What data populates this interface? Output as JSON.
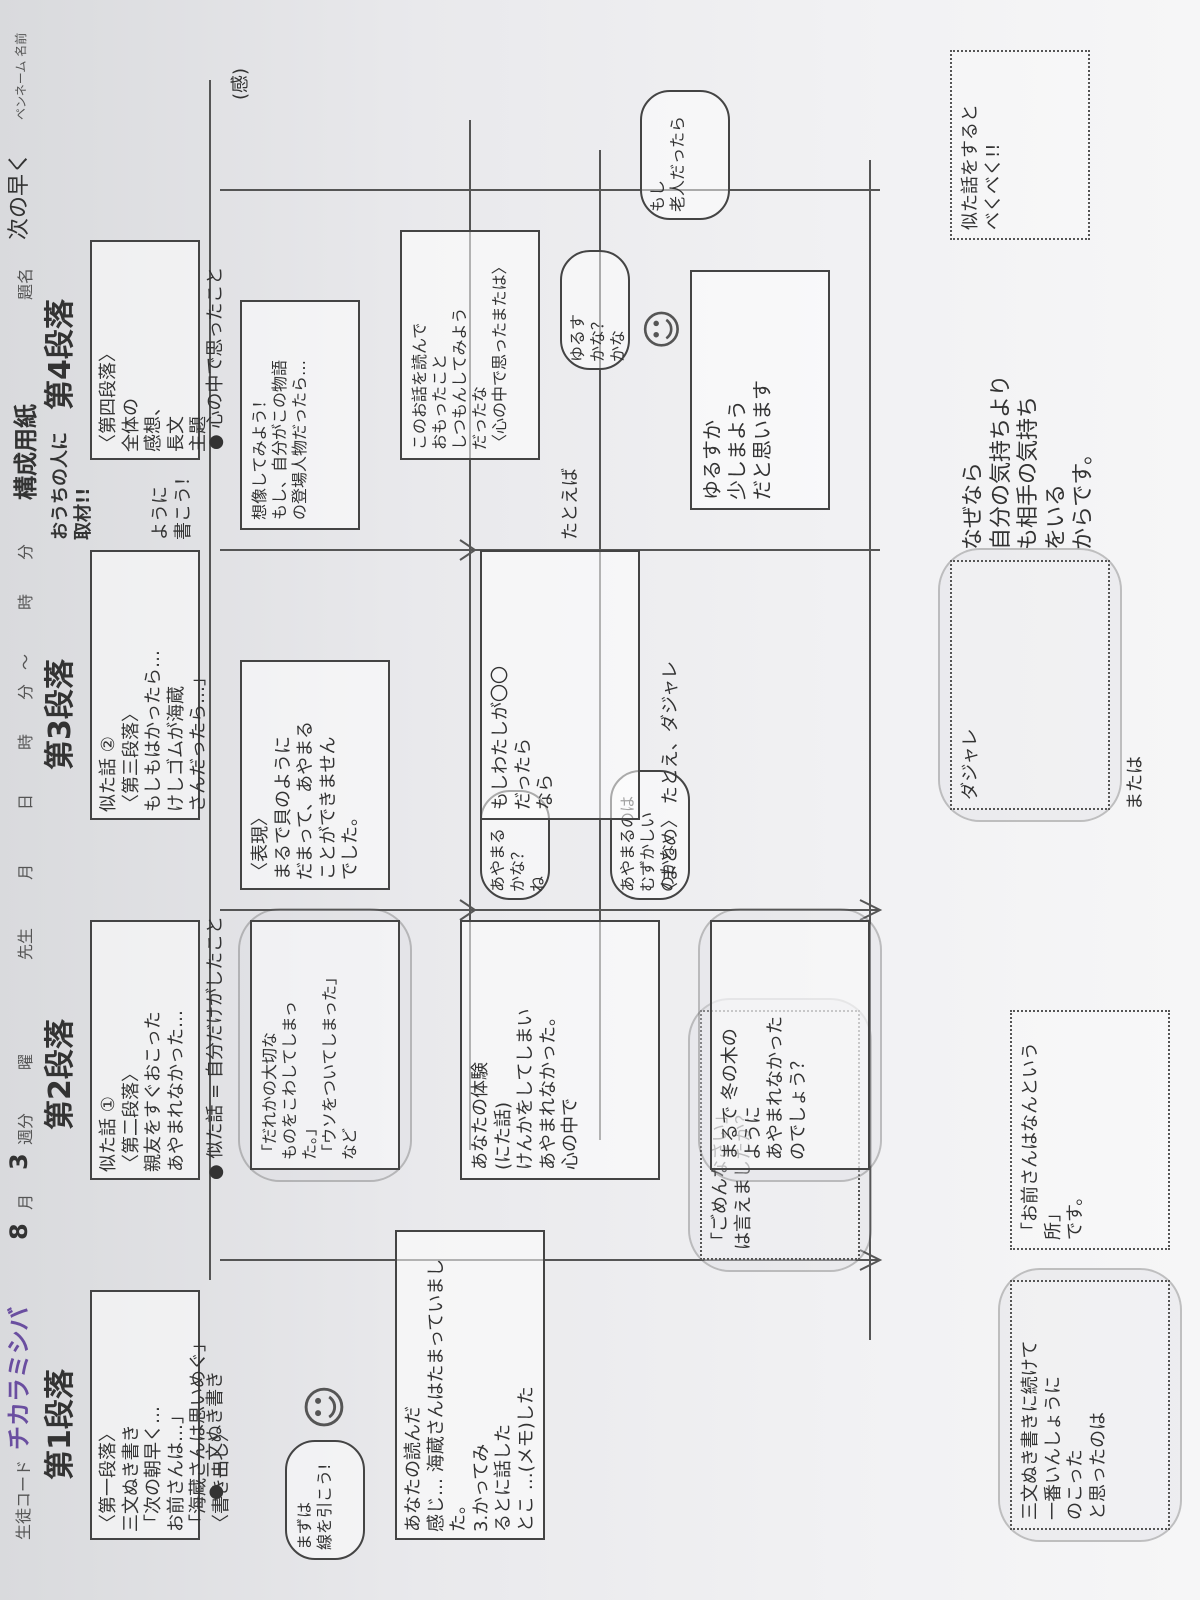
{
  "header": {
    "code_label": "生徒コード",
    "code_value": "チカラミシバ",
    "month_value": "8",
    "month_label": "月",
    "week_value": "3",
    "week_label": "週分",
    "dow_label": "曜",
    "teacher_label": "先生",
    "date_month_label": "月",
    "date_day_label": "日",
    "time_hour_label": "時",
    "time_min_label": "分",
    "time_range": "〜",
    "time_hour2_label": "時",
    "time_min2_label": "分",
    "form_title": "構成用紙",
    "theme_label": "題名",
    "theme_value": "次の早く",
    "name_label": "ペンネーム 名前"
  },
  "section1": {
    "title": "第1段落",
    "box": "〈第一段落〉\n三文ぬき書き\n「次の朝早く…\nお前さんは…」\n「海蔵さんは思いめぐ」\n〈書き出し〉",
    "note": "● 三文ぬき書き",
    "mascot_bubble": "まずは\n線を引こう!",
    "row2_box": "あなたの読んだ\n感じ… 海蔵さんはたまっていました。\n3.かってみ\nるとに話した\nとこ …(メモ)した",
    "cloud1": "「ごめんなさい」\nは言えましたか？",
    "bottom_box": "三文ぬき書きに続けて\n一番いんしょうに\nのこった\nと思ったのは",
    "bottom_cloud": "「お前さんはなんという\n所」\nです。"
  },
  "section2": {
    "title": "第2段落",
    "box": "似た話 ①\n〈第二段落〉\n親友をすぐおこった\nあやまれなかった…",
    "note": "● 似た話 = 自分だけがしたこと",
    "row1_cloud": "「だれかの大切な\nものをこわしてしまっ\nた。」\n「ウソをついてしまった」\nなど",
    "row2_box": "あなたの体験\n(にた話)\nけんかをしてしまい\nあやまれなかった。\n心の中で",
    "bubble_left": "あやまる\nかな？\nね",
    "bubble_right": "あやまるのは\nむずかしい\nのかな",
    "row3_cloud": "まるで 冬の木の\nように\nあやまれなかった\nのでしょう？"
  },
  "section3": {
    "title": "第3段落",
    "box": "似た話 ②\n〈第三段落〉\nもしもはかったら…\nけしゴムが海蔵\nさんだったら…」",
    "note_right": "〈まとめ〉 たとえ、ダジャレ",
    "row1_cloud": "〈表現〉\nまるで貝のように\nだまって、あやまる\nことができません\nでした。",
    "row2_box": "もしわたしが〇〇\nだったら\nなら",
    "row2_side": "たとえば",
    "row3_box": "ダジャレ",
    "row3_side": "または",
    "sub_cloud": "想像してみよう！\nもし、自分がこの物語\nの登場人物だったら…"
  },
  "section4": {
    "title": "第4段落",
    "box": "〈第四段落〉\n全体の\n感想、\n長文\n主題",
    "note": "● 心の中で思ったこと",
    "write_note": "ように\n書こう！",
    "interview_note": "おうちの人に\n取材!!",
    "row1_box": "このお話を読んで\nおもったこと\nしつもんしてみよう\nだったな\n〈心の中で思ったまたは〉",
    "row2_cloud": "ゆるすか\n少しまよう\nだと思います",
    "bubble": "ゆるす\nかな？\nかな",
    "bubble2": "もし\n老人だったら",
    "reason": "なぜなら\n自分の気持ちより\nも相手の気持ち\nをいる\nからです。",
    "last_box": "似た話をすると\nべくべく!!",
    "side_label": "(感)"
  }
}
